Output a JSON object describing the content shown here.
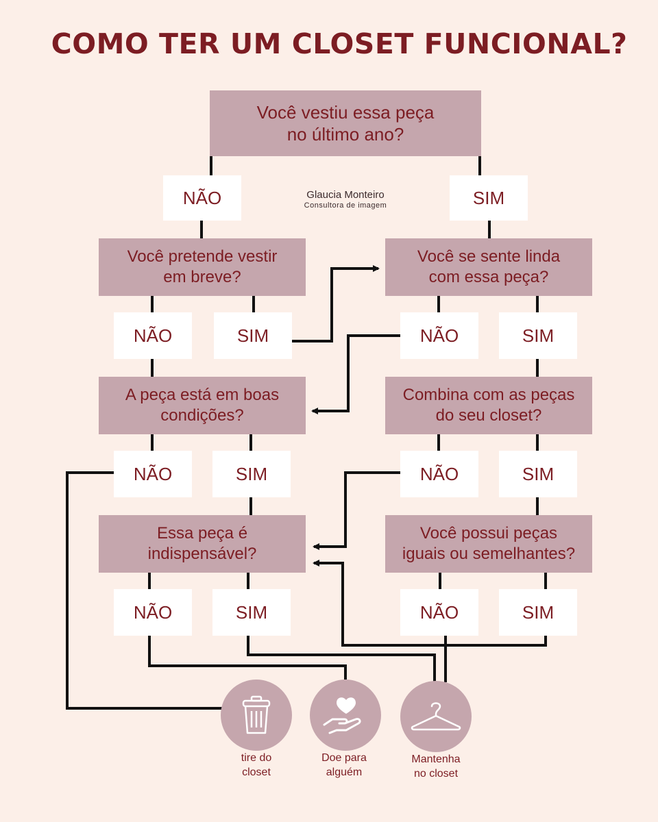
{
  "title": "COMO TER UM CLOSET FUNCIONAL?",
  "brand": {
    "name": "Glaucia Monteiro",
    "subtitle": "Consultora de imagem"
  },
  "questions": {
    "q1": "Você vestiu essa peça\nno último ano?",
    "q2": "Você pretende vestir\nem breve?",
    "q3": "Você se sente linda\ncom essa peça?",
    "q4": "A peça está em boas\ncondições?",
    "q5": "Combina com as peças\ndo seu closet?",
    "q6": "Essa peça é\nindispensável?",
    "q7": "Você possui peças\niguais ou semelhantes?"
  },
  "answers": {
    "no": "NÃO",
    "yes": "SIM"
  },
  "outcomes": {
    "discard": "tire do\ncloset",
    "donate": "Doe para\nalguém",
    "keep": "Mantenha\nno closet"
  },
  "colors": {
    "title": "#7c1d23",
    "box": "#c5a6ad",
    "background": "#fcefe8",
    "answer_box": "#ffffff",
    "line": "#111111"
  },
  "icons": {
    "discard": "trash-icon",
    "donate": "hand-heart-icon",
    "keep": "hanger-icon"
  }
}
